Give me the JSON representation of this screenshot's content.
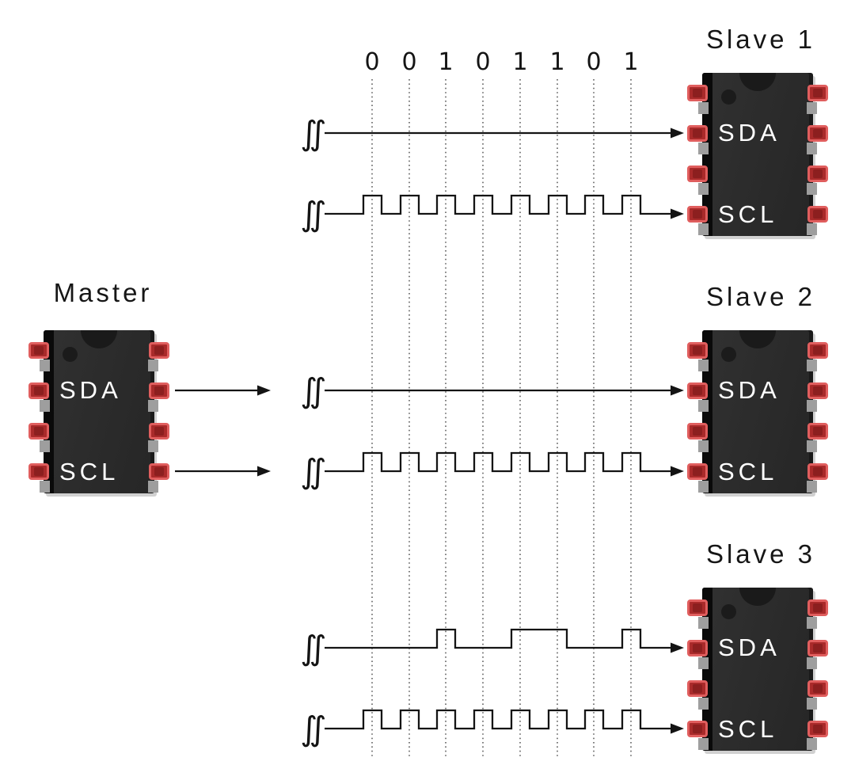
{
  "protocol_bits": {
    "label_values": [
      "0",
      "0",
      "1",
      "0",
      "1",
      "1",
      "0",
      "1"
    ],
    "data_byte": "00101101"
  },
  "master": {
    "label": "Master"
  },
  "slaves": [
    {
      "label": "Slave 1"
    },
    {
      "label": "Slave 2"
    },
    {
      "label": "Slave 3"
    }
  ],
  "pin_labels": {
    "sda": "SDA",
    "scl": "SCL"
  },
  "signals": [
    {
      "slave": "Slave 1",
      "sda_kind": "flat",
      "scl_kind": "clock",
      "description": "SDA idle line, SCL clock pulses"
    },
    {
      "slave": "Slave 2",
      "sda_kind": "flat",
      "scl_kind": "clock",
      "description": "SDA idle line, SCL clock pulses"
    },
    {
      "slave": "Slave 3",
      "sda_kind": "data",
      "scl_kind": "clock",
      "description": "SDA carries data bits 00101101, SCL clock pulses"
    }
  ],
  "icons": {
    "line_break_symbol": "∬",
    "arrow": "right-arrow"
  },
  "colors": {
    "background": "#ffffff",
    "signal_line": "#141414",
    "guide_line": "#3a3a3a",
    "chip_body": "#2d2d2d",
    "chip_edge": "#0a0a0a",
    "pin_fill": "#a92a2a",
    "pin_border": "#e05e5e",
    "pin_nub": "#9e9e9e",
    "label_text": "#161616",
    "chip_text": "#ffffff"
  }
}
